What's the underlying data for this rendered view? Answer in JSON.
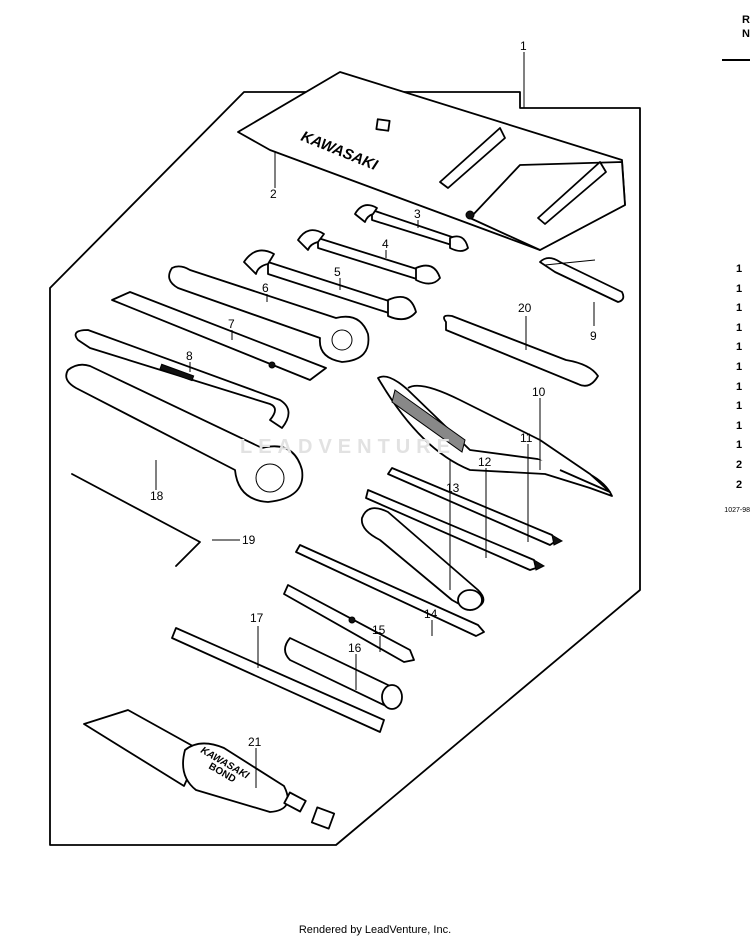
{
  "header": {
    "col_line1": "R",
    "col_line2": "N"
  },
  "side_column": [
    "1",
    "1",
    "1",
    "1",
    "1",
    "1",
    "1",
    "1",
    "1",
    "1",
    "2",
    "2"
  ],
  "side_note": "1027-98",
  "callouts": [
    "1",
    "2",
    "3",
    "4",
    "5",
    "6",
    "7",
    "8",
    "9",
    "10",
    "11",
    "12",
    "13",
    "14",
    "15",
    "16",
    "17",
    "18",
    "19",
    "20",
    "21"
  ],
  "brand_text": {
    "pouch": "KAWASAKI",
    "tube_line1": "KAWASAKI",
    "tube_line2": "BOND"
  },
  "watermark": "LEADVENTURE",
  "footer": "Rendered by LeadVenture, Inc."
}
